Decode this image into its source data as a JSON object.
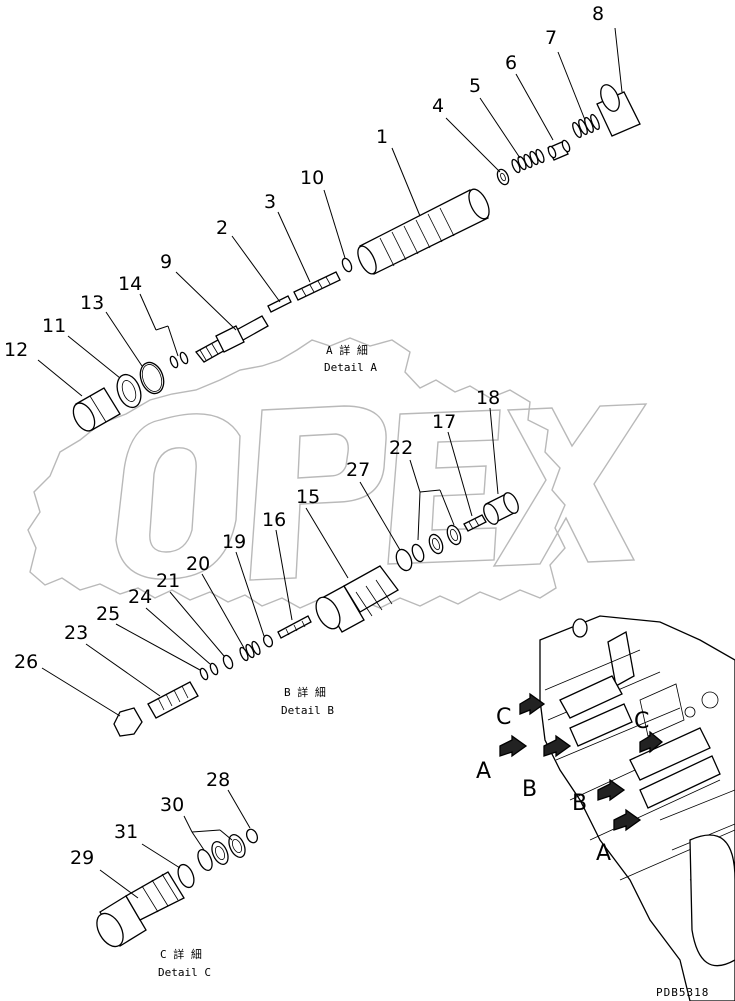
{
  "labels": [
    {
      "id": "1",
      "text": "1"
    },
    {
      "id": "2",
      "text": "2"
    },
    {
      "id": "3",
      "text": "3"
    },
    {
      "id": "4",
      "text": "4"
    },
    {
      "id": "5",
      "text": "5"
    },
    {
      "id": "6",
      "text": "6"
    },
    {
      "id": "7",
      "text": "7"
    },
    {
      "id": "8",
      "text": "8"
    },
    {
      "id": "9",
      "text": "9"
    },
    {
      "id": "10",
      "text": "10"
    },
    {
      "id": "11",
      "text": "11"
    },
    {
      "id": "12",
      "text": "12"
    },
    {
      "id": "13",
      "text": "13"
    },
    {
      "id": "14",
      "text": "14"
    },
    {
      "id": "15",
      "text": "15"
    },
    {
      "id": "16",
      "text": "16"
    },
    {
      "id": "17",
      "text": "17"
    },
    {
      "id": "18",
      "text": "18"
    },
    {
      "id": "19",
      "text": "19"
    },
    {
      "id": "20",
      "text": "20"
    },
    {
      "id": "21",
      "text": "21"
    },
    {
      "id": "22",
      "text": "22"
    },
    {
      "id": "23",
      "text": "23"
    },
    {
      "id": "24",
      "text": "24"
    },
    {
      "id": "25",
      "text": "25"
    },
    {
      "id": "26",
      "text": "26"
    },
    {
      "id": "27",
      "text": "27"
    },
    {
      "id": "28",
      "text": "28"
    },
    {
      "id": "29",
      "text": "29"
    },
    {
      "id": "30",
      "text": "30"
    },
    {
      "id": "31",
      "text": "31"
    }
  ],
  "details": {
    "a_jp": "A 詳 細",
    "a_en": "Detail A",
    "b_jp": "B 詳 細",
    "b_en": "Detail B",
    "c_jp": "C 詳 細",
    "c_en": "Detail C"
  },
  "view_letters": {
    "a1": "A",
    "a2": "A",
    "b1": "B",
    "b2": "B",
    "c1": "C",
    "c2": "C"
  },
  "watermark": "OPEX",
  "drawing_code": "PDB5318"
}
